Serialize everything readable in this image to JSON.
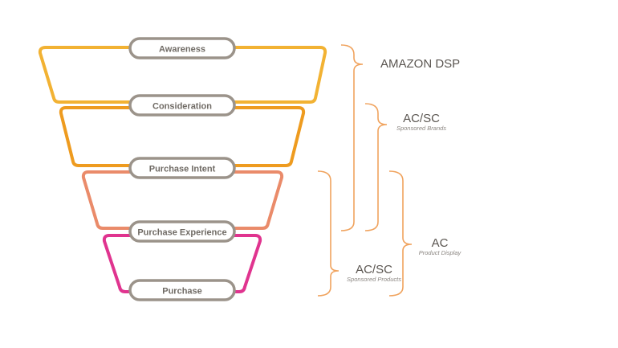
{
  "funnel": {
    "stages": [
      {
        "label": "Awareness",
        "color": "#f2b233"
      },
      {
        "label": "Consideration",
        "color": "#ee9b1f"
      },
      {
        "label": "Purchase Intent",
        "color": "#ea8b6a"
      },
      {
        "label": "Purchase Experience",
        "color": "#e0348f"
      },
      {
        "label": "Purchase"
      }
    ],
    "pill_border_color": "#9b938a",
    "bracket_color": "#f0a35e"
  },
  "channels": [
    {
      "title": "AMAZON DSP",
      "subtitle": ""
    },
    {
      "title": "AC/SC",
      "subtitle": "Sponsored Brands"
    },
    {
      "title": "AC/SC",
      "subtitle": "Sponsored Products"
    },
    {
      "title": "AC",
      "subtitle": "Product Display"
    }
  ]
}
